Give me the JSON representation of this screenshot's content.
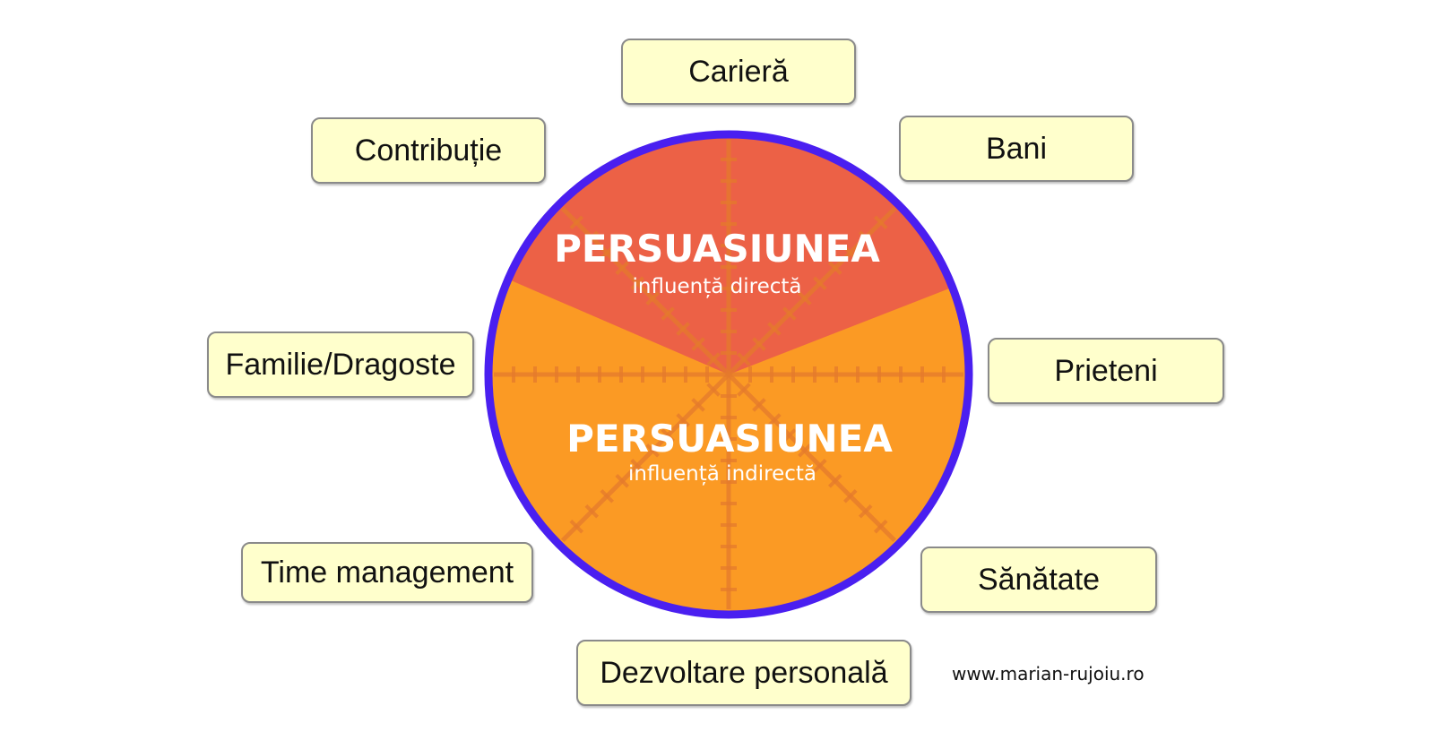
{
  "colors": {
    "ring": "#4a1ff0",
    "upper_sector": "#ec6146",
    "lower_sector": "#fb9a24",
    "spoke": "#e57a2c",
    "box_fill": "#ffffcc",
    "box_border": "#8a8a8a"
  },
  "center": {
    "upper": {
      "title": "PERSUASIUNEA",
      "subtitle": "influență directă"
    },
    "lower": {
      "title": "PERSUASIUNEA",
      "subtitle": "influență indirectă"
    }
  },
  "areas": [
    {
      "id": "cariera",
      "label": "Carieră"
    },
    {
      "id": "bani",
      "label": "Bani"
    },
    {
      "id": "prieteni",
      "label": "Prieteni"
    },
    {
      "id": "sanatate",
      "label": "Sănătate"
    },
    {
      "id": "dezvoltare",
      "label": "Dezvoltare personală"
    },
    {
      "id": "time",
      "label": "Time management"
    },
    {
      "id": "familie",
      "label": "Familie/Dragoste"
    },
    {
      "id": "contributie",
      "label": "Contribuție"
    }
  ],
  "website": "www.marian-rujoiu.ro"
}
